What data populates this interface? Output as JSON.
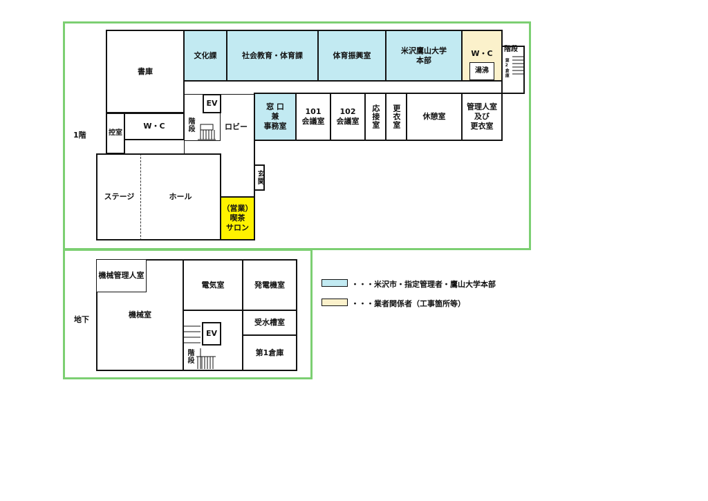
{
  "floor1": {
    "label": "1階",
    "rooms": {
      "shoko": "書庫",
      "bunka": "文化課",
      "shakai": "社会教育・体育課",
      "taiiku_shinko": "体育振興室",
      "yonezawa_honbu": "米沢鷹山大学\n本部",
      "wc_top": "W・C",
      "yuwakashi": "湯沸",
      "kaidan_top": "階段",
      "kaidan_top_sub": "第2倉庫",
      "ev": "EV",
      "wc_mid": "W・C",
      "hikae": "控室",
      "kaidan_mid": "階段",
      "lobby": "ロビー",
      "madoguchi": "窓 口\n兼\n事務室",
      "kaigi101": "101\n会議室",
      "kaigi102": "102\n会議室",
      "osetsu": "応接室",
      "koui": "更衣室",
      "kyukei": "休憩室",
      "kanri": "管理人室\n及び\n更衣室",
      "genkan": "玄関",
      "stage": "ステージ",
      "hall": "ホール",
      "kissa": "（営業）\n喫茶\nサロン"
    }
  },
  "basement": {
    "label": "地下",
    "rooms": {
      "kikai_kanri": "機械管理人室",
      "kikai": "機械室",
      "denki": "電気室",
      "hatsuden": "発電機室",
      "jusui": "受水槽室",
      "ev": "EV",
      "kaidan": "階段",
      "souko1": "第1倉庫"
    }
  },
  "legend": [
    {
      "color": "#c2eaf2",
      "text": "・・・米沢市・指定管理者・鷹山大学本部"
    },
    {
      "color": "#fbf1cb",
      "text": "・・・業者関係者（工事箇所等）"
    }
  ]
}
